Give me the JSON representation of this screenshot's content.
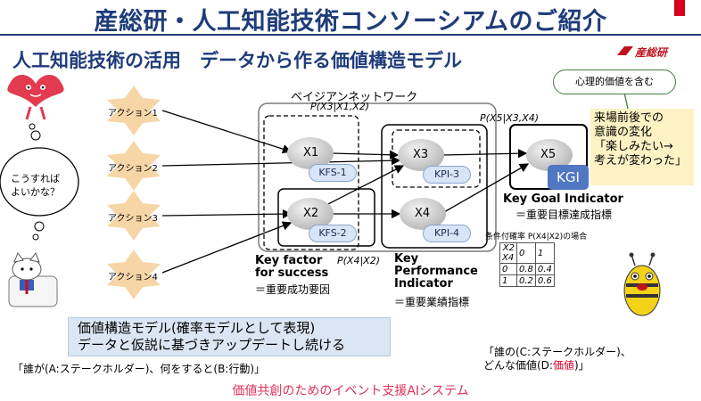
{
  "header": {
    "title": "産総研・人工知能技術コンソーシアムのご紹介",
    "subtitle": "人工知能技術の活用　データから作る価値構造モデル",
    "logo_text": "産総研"
  },
  "network": {
    "label": "ベイジアンネットワーク",
    "prob_x3": "P(X3|X1,X2)",
    "prob_x5": "P(X5|X3,X4)",
    "prob_x4": "P(X4|X2)",
    "nodes": {
      "x1": "X1",
      "x2": "X2",
      "x3": "X3",
      "x4": "X4",
      "x5": "X5"
    },
    "pills": {
      "kfs1": "KFS-1",
      "kfs2": "KFS-2",
      "kpi3": "KPI-3",
      "kpi4": "KPI-4"
    },
    "kgi_box": "KGI"
  },
  "actions": [
    "アクション1",
    "アクション2",
    "アクション3",
    "アクション4"
  ],
  "thought": {
    "line1": "こうすれば",
    "line2": "よいかな？"
  },
  "kgi": {
    "title": "Key Goal Indicator",
    "sub": "＝重要目標達成指標"
  },
  "kf": {
    "line1": "Key factor",
    "line2": "for success",
    "sub": "＝重要成功要因"
  },
  "kpi": {
    "line1": "Key",
    "line2": "Performance",
    "line3": "Indicator",
    "sub": "＝重要業績指標"
  },
  "cond_table": {
    "title": "条件付確率 P(X4|X2)の場合",
    "header_x2": "X2",
    "header_x4": "X4",
    "cols": [
      "0",
      "1"
    ],
    "rows": [
      {
        "label": "0",
        "values": [
          "0.8",
          "0.4"
        ]
      },
      {
        "label": "1",
        "values": [
          "0.2",
          "0.6"
        ]
      }
    ]
  },
  "bubble": "心理的価値を含む",
  "yellow": {
    "line1": "来場前後での",
    "line2": "意識の変化",
    "line3": "「楽しみたい→",
    "line4": "考えが変わった」"
  },
  "bottom_box": {
    "line1": "価値構造モデル(確率モデルとして表現)",
    "line2": "データと仮説に基づきアップデートし続ける"
  },
  "who_text": "「誰が(A:ステークホルダー)、何をすると(B:行動)」",
  "value_text": {
    "line1": "「誰の(C:ステークホルダー)、",
    "line2_prefix": "どんな価値(D:",
    "line2_red": "価値",
    "line2_suffix": ")」"
  },
  "footer": "価値共創のためのイベント支援AIシステム",
  "colors": {
    "title": "#1f3c7a",
    "accent_red": "#c1121f",
    "footer": "#e0305a",
    "pill": "#d8e4f7",
    "kgi": "#4f77c2"
  }
}
